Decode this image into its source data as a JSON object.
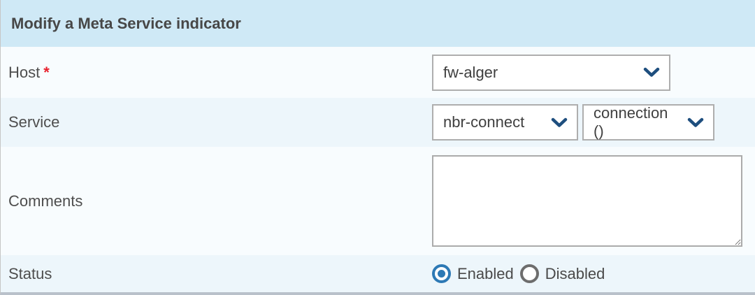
{
  "form": {
    "title": "Modify a Meta Service indicator",
    "host": {
      "label": "Host",
      "required_marker": "*",
      "value": "fw-alger"
    },
    "service": {
      "label": "Service",
      "service_value": "nbr-connect",
      "metric_value": "connection ()"
    },
    "comments": {
      "label": "Comments",
      "value": "",
      "placeholder": ""
    },
    "status": {
      "label": "Status",
      "enabled_label": "Enabled",
      "disabled_label": "Disabled",
      "selected": "Enabled"
    }
  },
  "icons": {
    "dropdown": "chevron-down"
  },
  "colors": {
    "header_bg": "#cfe9f6",
    "row_light_bg": "#f8fcfe",
    "row_tint_bg": "#edf6fb",
    "accent_blue": "#2d79b5",
    "chevron_navy": "#1e4e7e",
    "required_red": "#e8212e",
    "bottom_border": "#b9c1ca"
  }
}
